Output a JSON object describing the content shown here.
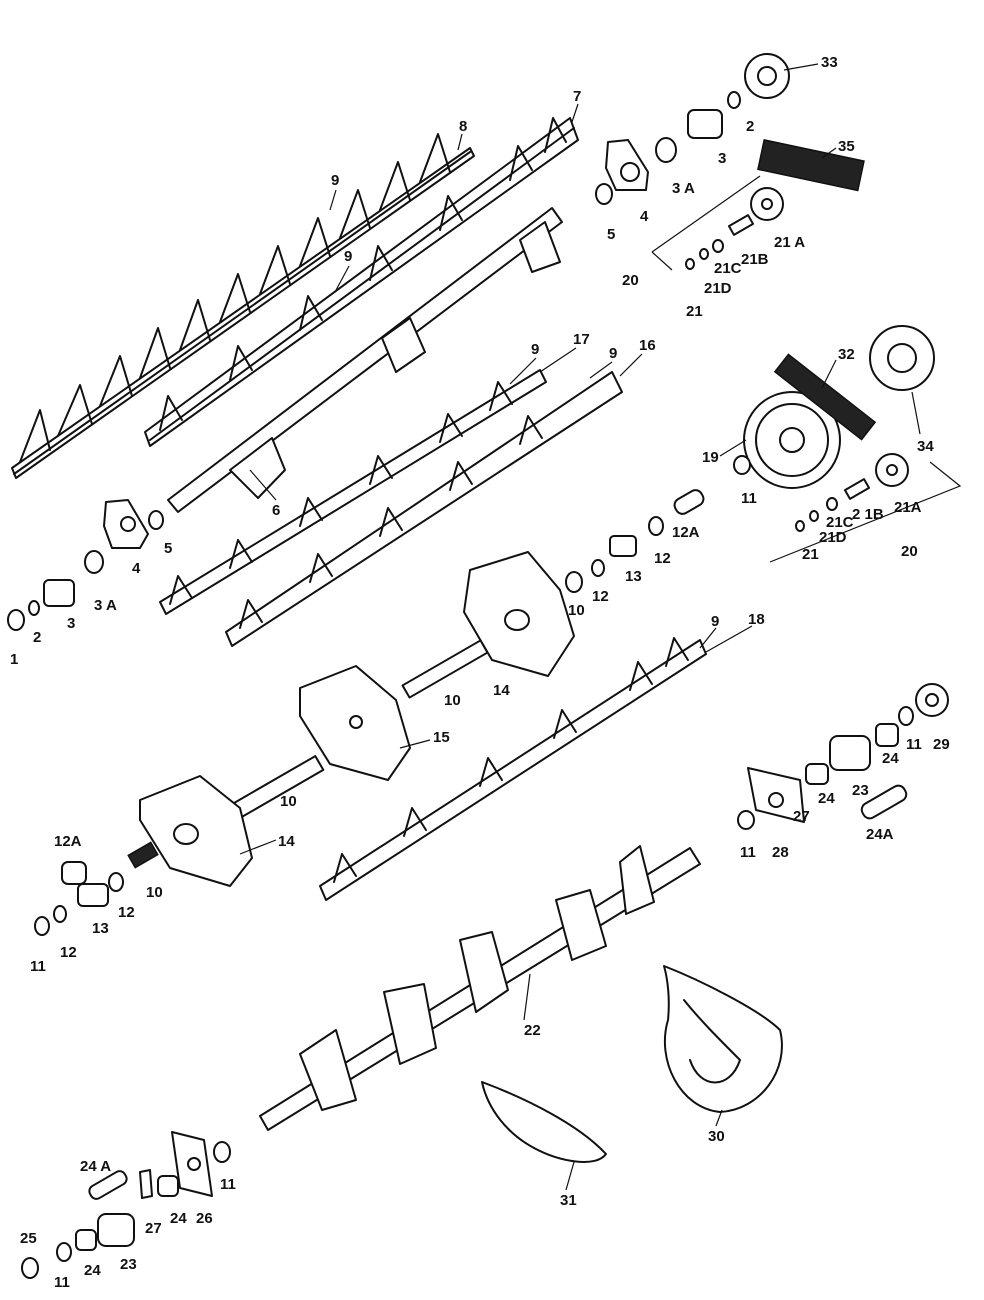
{
  "diagram": {
    "callouts": [
      {
        "id": "c7",
        "text": "7"
      },
      {
        "id": "c8",
        "text": "8"
      },
      {
        "id": "c9a",
        "text": "9"
      },
      {
        "id": "c9b",
        "text": "9"
      },
      {
        "id": "c33",
        "text": "33"
      },
      {
        "id": "c2top",
        "text": "2"
      },
      {
        "id": "c3top",
        "text": "3"
      },
      {
        "id": "c35",
        "text": "35"
      },
      {
        "id": "c3Atop",
        "text": "3 A"
      },
      {
        "id": "c4top",
        "text": "4"
      },
      {
        "id": "c5top",
        "text": "5"
      },
      {
        "id": "c21Atop",
        "text": "21 A"
      },
      {
        "id": "c21Btop",
        "text": "21B"
      },
      {
        "id": "c21Ctop",
        "text": "21C"
      },
      {
        "id": "c21Dtop",
        "text": "21D"
      },
      {
        "id": "c21top",
        "text": "21"
      },
      {
        "id": "c20top",
        "text": "20"
      },
      {
        "id": "c32",
        "text": "32"
      },
      {
        "id": "c34",
        "text": "34"
      },
      {
        "id": "c19",
        "text": "19"
      },
      {
        "id": "c11mid",
        "text": "11"
      },
      {
        "id": "c9c",
        "text": "9"
      },
      {
        "id": "c17",
        "text": "17"
      },
      {
        "id": "c9d",
        "text": "9"
      },
      {
        "id": "c16",
        "text": "16"
      },
      {
        "id": "c6",
        "text": "6"
      },
      {
        "id": "c5left",
        "text": "5"
      },
      {
        "id": "c4left",
        "text": "4"
      },
      {
        "id": "c3Aleft",
        "text": "3 A"
      },
      {
        "id": "c3left",
        "text": "3"
      },
      {
        "id": "c2left",
        "text": "2"
      },
      {
        "id": "c1",
        "text": "1"
      },
      {
        "id": "c21Amid",
        "text": "21A"
      },
      {
        "id": "c21Bmid",
        "text": "2 1B"
      },
      {
        "id": "c21Cmid",
        "text": "21C"
      },
      {
        "id": "c21Dmid",
        "text": "21D"
      },
      {
        "id": "c21mid",
        "text": "21"
      },
      {
        "id": "c20mid",
        "text": "20"
      },
      {
        "id": "c12Amid",
        "text": "12A"
      },
      {
        "id": "c12mid1",
        "text": "12"
      },
      {
        "id": "c13mid",
        "text": "13"
      },
      {
        "id": "c12mid2",
        "text": "12"
      },
      {
        "id": "c10mid1",
        "text": "10"
      },
      {
        "id": "c14mid",
        "text": "14"
      },
      {
        "id": "c9e",
        "text": "9"
      },
      {
        "id": "c18",
        "text": "18"
      },
      {
        "id": "c10mid2",
        "text": "10"
      },
      {
        "id": "c15",
        "text": "15"
      },
      {
        "id": "c10mid3",
        "text": "10"
      },
      {
        "id": "c14low",
        "text": "14"
      },
      {
        "id": "c12Alow",
        "text": "12A"
      },
      {
        "id": "c10low",
        "text": "10"
      },
      {
        "id": "c12low1",
        "text": "12"
      },
      {
        "id": "c13low",
        "text": "13"
      },
      {
        "id": "c12low2",
        "text": "12"
      },
      {
        "id": "c11low",
        "text": "11"
      },
      {
        "id": "c29",
        "text": "29"
      },
      {
        "id": "c11r1",
        "text": "11"
      },
      {
        "id": "c24r1",
        "text": "24"
      },
      {
        "id": "c23r",
        "text": "23"
      },
      {
        "id": "c24r2",
        "text": "24"
      },
      {
        "id": "c27r",
        "text": "27"
      },
      {
        "id": "c24Ar",
        "text": "24A"
      },
      {
        "id": "c11r2",
        "text": "11"
      },
      {
        "id": "c28",
        "text": "28"
      },
      {
        "id": "c22",
        "text": "22"
      },
      {
        "id": "c30",
        "text": "30"
      },
      {
        "id": "c31",
        "text": "31"
      },
      {
        "id": "c24Abl",
        "text": "24 A"
      },
      {
        "id": "c27bl",
        "text": "27"
      },
      {
        "id": "c24bl1",
        "text": "24"
      },
      {
        "id": "c26",
        "text": "26"
      },
      {
        "id": "c11bl1",
        "text": "11"
      },
      {
        "id": "c25",
        "text": "25"
      },
      {
        "id": "c11bl2",
        "text": "11"
      },
      {
        "id": "c24bl2",
        "text": "24"
      },
      {
        "id": "c23bl",
        "text": "23"
      }
    ]
  }
}
